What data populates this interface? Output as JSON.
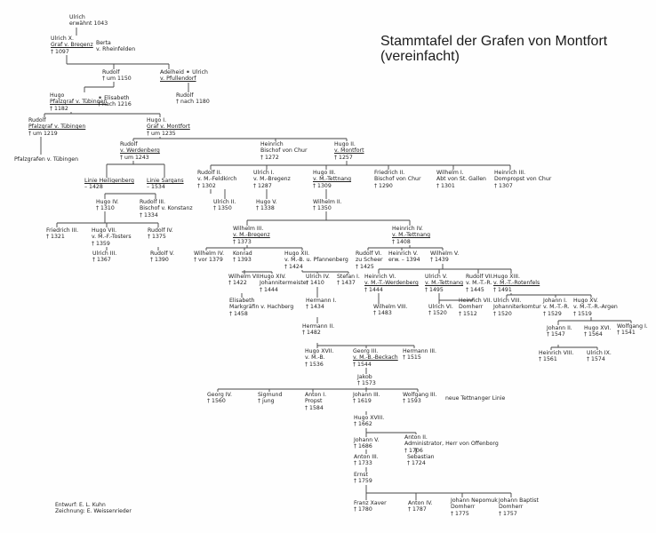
{
  "title": {
    "line1": "Stammtafel der Grafen von Montfort",
    "line2": "(vereinfacht)"
  },
  "credits": {
    "line1": "Entwurf: E. L. Kuhn",
    "line2": "Zeichnung: E. Weissenrieder"
  },
  "nodes": [
    {
      "id": "ulrich_1043",
      "lines": [
        "Ulrich",
        "erwähnt 1043"
      ]
    },
    {
      "id": "ulrich_x",
      "lines": [
        "Ulrich X.",
        "Graf v. Bregenz",
        "† 1097"
      ],
      "u": [
        1
      ]
    },
    {
      "id": "berta",
      "lines": [
        "Berta",
        "v. Rheinfelden"
      ]
    },
    {
      "id": "rudolf_1150",
      "lines": [
        "Rudolf",
        "† um 1150"
      ]
    },
    {
      "id": "adelheid",
      "lines": [
        "Adelheid ⚭ Ulrich",
        "v. Pfullendorf"
      ],
      "u": [
        1
      ]
    },
    {
      "id": "hugo_pf",
      "lines": [
        "Hugo",
        "Pfalzgraf v. Tübingen",
        "† 1182"
      ],
      "u": [
        1
      ]
    },
    {
      "id": "elisabeth",
      "lines": [
        "⚭ Elisabeth",
        "† nach 1216"
      ]
    },
    {
      "id": "rudolf_1180",
      "lines": [
        "Rudolf",
        "† nach 1180"
      ]
    },
    {
      "id": "rudolf_pf",
      "lines": [
        "Rudolf",
        "Pfalzgraf v. Tübingen",
        "† um 1219"
      ],
      "u": [
        1
      ]
    },
    {
      "id": "hugo_i",
      "lines": [
        "Hugo I.",
        "Graf v. Montfort",
        "† um 1235"
      ],
      "u": [
        1
      ]
    },
    {
      "id": "pfalzgrafen",
      "lines": [
        "Pfalzgrafen v. Tübingen"
      ]
    },
    {
      "id": "rudolf_w",
      "lines": [
        "Rudolf",
        "v. Werdenberg",
        "† um 1243"
      ],
      "u": [
        1
      ]
    },
    {
      "id": "heinrich_chur",
      "lines": [
        "Heinrich",
        "Bischof von Chur",
        "† 1272"
      ]
    },
    {
      "id": "hugo_ii",
      "lines": [
        "Hugo II.",
        "v. Montfort",
        "† 1257"
      ],
      "u": [
        1
      ]
    },
    {
      "id": "linie_h",
      "lines": [
        "Linie Heiligenberg",
        "– 1428"
      ],
      "u": [
        0
      ]
    },
    {
      "id": "linie_s",
      "lines": [
        "Linie Sargans",
        "– 1534"
      ],
      "u": [
        0
      ]
    },
    {
      "id": "rudolf_ii_f",
      "lines": [
        "Rudolf II.",
        "v. M.-Feldkirch",
        "† 1302"
      ]
    },
    {
      "id": "ulrich_i",
      "lines": [
        "Ulrich I.",
        "v. M.-Bregenz",
        "† 1287"
      ]
    },
    {
      "id": "hugo_iii",
      "lines": [
        "Hugo III.",
        "v. M.-Tettnang",
        "† 1309"
      ],
      "u": [
        1
      ]
    },
    {
      "id": "friedrich_ii",
      "lines": [
        "Friedrich II.",
        "Bischof von Chur",
        "† 1290"
      ]
    },
    {
      "id": "wilhelm_i",
      "lines": [
        "Wilhelm I.",
        "Abt von St. Gallen",
        "† 1301"
      ]
    },
    {
      "id": "heinrich_iii",
      "lines": [
        "Heinrich III.",
        "Dompropst von Chur",
        "† 1307"
      ]
    },
    {
      "id": "hugo_iv",
      "lines": [
        "Hugo IV.",
        "† 1310"
      ]
    },
    {
      "id": "rudolf_iii",
      "lines": [
        "Rudolf III.",
        "Bischof v. Konstanz",
        "† 1334"
      ]
    },
    {
      "id": "ulrich_ii",
      "lines": [
        "Ulrich II.",
        "† 1350"
      ]
    },
    {
      "id": "hugo_v",
      "lines": [
        "Hugo V.",
        "† 1338"
      ]
    },
    {
      "id": "wilhelm_ii",
      "lines": [
        "Wilhelm II.",
        "† 1350"
      ]
    },
    {
      "id": "friedrich_iii",
      "lines": [
        "Friedrich III.",
        "† 1321"
      ]
    },
    {
      "id": "hugo_vii",
      "lines": [
        "Hugo VII.",
        "v. M.-F.-Tosters",
        "† 1359"
      ]
    },
    {
      "id": "rudolf_iv",
      "lines": [
        "Rudolf IV.",
        "† 1375"
      ]
    },
    {
      "id": "wilhelm_iii",
      "lines": [
        "Wilhelm III.",
        "v. M.-Bregenz",
        "† 1373"
      ],
      "u": [
        1
      ]
    },
    {
      "id": "heinrich_iv",
      "lines": [
        "Heinrich IV.",
        "v. M.-Tettnang",
        "† 1408"
      ],
      "u": [
        1
      ]
    },
    {
      "id": "ulrich_iii",
      "lines": [
        "Ulrich III.",
        "† 1367"
      ]
    },
    {
      "id": "rudolf_v",
      "lines": [
        "Rudolf V.",
        "† 1390"
      ]
    },
    {
      "id": "wilhelm_iv",
      "lines": [
        "Wilhelm IV.",
        "† vor 1379"
      ]
    },
    {
      "id": "konrad",
      "lines": [
        "Konrad",
        "† 1393"
      ]
    },
    {
      "id": "hugo_xii",
      "lines": [
        "Hugo XII.",
        "v. M.-B. u. Pfannenberg",
        "† 1424"
      ]
    },
    {
      "id": "rudolf_vi",
      "lines": [
        "Rudolf VI.",
        "zu Scheer",
        "† 1425"
      ]
    },
    {
      "id": "heinrich_v",
      "lines": [
        "Heinrich V.",
        "erw. – 1394"
      ]
    },
    {
      "id": "wilhelm_v",
      "lines": [
        "Wilhelm V.",
        "† 1439"
      ]
    },
    {
      "id": "wilhelm_vii",
      "lines": [
        "Wilhelm VII.",
        "† 1422"
      ]
    },
    {
      "id": "hugo_xiv",
      "lines": [
        "Hugo XIV.",
        "Johannitermeister",
        "† 1444"
      ]
    },
    {
      "id": "ulrich_iv",
      "lines": [
        "Ulrich IV.",
        "† 1410"
      ]
    },
    {
      "id": "stefan_i",
      "lines": [
        "Stefan I.",
        "† 1437"
      ]
    },
    {
      "id": "heinrich_vi",
      "lines": [
        "Heinrich VI.",
        "v. M.-T.-Werdenberg",
        "† 1444"
      ],
      "u": [
        1
      ]
    },
    {
      "id": "ulrich_v",
      "lines": [
        "Ulrich V.",
        "v. M.-Tettnang",
        "† 1495"
      ],
      "u": [
        1
      ]
    },
    {
      "id": "rudolf_vii",
      "lines": [
        "Rudolf VII.",
        "v. M.-T.-R.",
        "† 1445"
      ]
    },
    {
      "id": "hugo_xiii",
      "lines": [
        "Hugo XIII.",
        "v. M.-T.-Rotenfels",
        "† 1491"
      ],
      "u": [
        1
      ]
    },
    {
      "id": "elisabeth_m",
      "lines": [
        "Elisabeth",
        "Markgräfin v. Hachberg",
        "† 1458"
      ]
    },
    {
      "id": "hermann_i",
      "lines": [
        "Hermann I.",
        "† 1434"
      ]
    },
    {
      "id": "wilhelm_viii",
      "lines": [
        "Wilhelm VIII.",
        "† 1483"
      ]
    },
    {
      "id": "ulrich_vi",
      "lines": [
        "Ulrich VI.",
        "† 1520"
      ]
    },
    {
      "id": "heinrich_vii",
      "lines": [
        "Heinrich VII.",
        "Domherr",
        "† 1512"
      ]
    },
    {
      "id": "ulrich_viii",
      "lines": [
        "Ulrich VIII.",
        "Johanniterkomtur",
        "† 1520"
      ]
    },
    {
      "id": "johann_i",
      "lines": [
        "Johann I.",
        "v. M.-T.-R.",
        "† 1529"
      ]
    },
    {
      "id": "hugo_xv",
      "lines": [
        "Hugo XV.",
        "v. M.-T.-R.-Argen",
        "† 1519"
      ]
    },
    {
      "id": "hermann_ii",
      "lines": [
        "Hermann II.",
        "† 1482"
      ]
    },
    {
      "id": "wolfgang_i",
      "lines": [
        "Wolfgang I.",
        "† 1541"
      ]
    },
    {
      "id": "johann_ii",
      "lines": [
        "Johann II.",
        "† 1547"
      ]
    },
    {
      "id": "hugo_xvi",
      "lines": [
        "Hugo XVI.",
        "† 1564"
      ]
    },
    {
      "id": "hugo_xvii",
      "lines": [
        "Hugo XVII.",
        "v. M.-B.",
        "† 1536"
      ]
    },
    {
      "id": "georg_iii",
      "lines": [
        "Georg III.",
        "v. M.-B.-Beckach",
        "† 1544"
      ],
      "u": [
        1
      ]
    },
    {
      "id": "hermann_iii",
      "lines": [
        "Hermann III.",
        "† 1515"
      ]
    },
    {
      "id": "heinrich_viii",
      "lines": [
        "Heinrich VIII.",
        "† 1561"
      ]
    },
    {
      "id": "ulrich_ix",
      "lines": [
        "Ulrich IX.",
        "† 1574"
      ]
    },
    {
      "id": "jakob",
      "lines": [
        "Jakob",
        "† 1573"
      ]
    },
    {
      "id": "georg_iv",
      "lines": [
        "Georg IV.",
        "† 1560"
      ]
    },
    {
      "id": "sigmund",
      "lines": [
        "Sigmund",
        "† jung"
      ]
    },
    {
      "id": "anton_i",
      "lines": [
        "Anton I.",
        "Propst",
        "† 1584"
      ]
    },
    {
      "id": "johann_iii",
      "lines": [
        "Johann III.",
        "† 1619"
      ]
    },
    {
      "id": "wolfgang_iii",
      "lines": [
        "Wolfgang III.",
        "† 1593"
      ]
    },
    {
      "id": "neue_linie",
      "lines": [
        "neue Tettnanger Linie"
      ]
    },
    {
      "id": "hugo_xviii",
      "lines": [
        "Hugo XVIII.",
        "† 1662"
      ]
    },
    {
      "id": "johann_v",
      "lines": [
        "Johann V.",
        "† 1686"
      ]
    },
    {
      "id": "anton_ii",
      "lines": [
        "Anton II.",
        "Administrator, Herr von Offenborg",
        "† 1706"
      ]
    },
    {
      "id": "anton_iii",
      "lines": [
        "Anton III.",
        "† 1733"
      ]
    },
    {
      "id": "sebastian",
      "lines": [
        "Sebastian",
        "† 1724"
      ]
    },
    {
      "id": "ernst",
      "lines": [
        "Ernst",
        "† 1759"
      ]
    },
    {
      "id": "franz_xaver",
      "lines": [
        "Franz Xaver",
        "† 1780"
      ]
    },
    {
      "id": "anton_iv",
      "lines": [
        "Anton IV.",
        "† 1787"
      ]
    },
    {
      "id": "johann_nep",
      "lines": [
        "Johann Nepomuk",
        "Domherr",
        "† 1775"
      ]
    },
    {
      "id": "johann_bap",
      "lines": [
        "Johann Baptist",
        "Domherr",
        "† 1757"
      ]
    }
  ]
}
